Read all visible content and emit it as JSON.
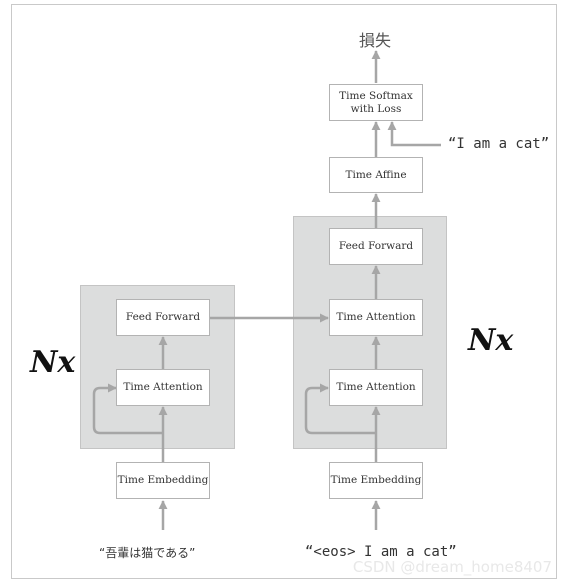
{
  "encoder": {
    "repeat_label": "Nx",
    "feed_forward": "Feed Forward",
    "attention": "Time Attention",
    "embedding": "Time Embedding",
    "input_text": "“吾輩は猫である”"
  },
  "decoder": {
    "repeat_label": "Nx",
    "feed_forward": "Feed Forward",
    "attention_upper": "Time Attention",
    "attention_lower": "Time Attention",
    "embedding": "Time Embedding",
    "input_text": "“<eos> I am a cat”"
  },
  "top": {
    "affine": "Time Affine",
    "softmax_line1": "Time Softmax",
    "softmax_line2": "with Loss",
    "target_text": "“I am a cat”",
    "loss_text": "損失"
  },
  "watermark": "CSDN @dream_home8407",
  "colors": {
    "panel": "#dcdddd",
    "arrow": "#a6a6a6"
  }
}
